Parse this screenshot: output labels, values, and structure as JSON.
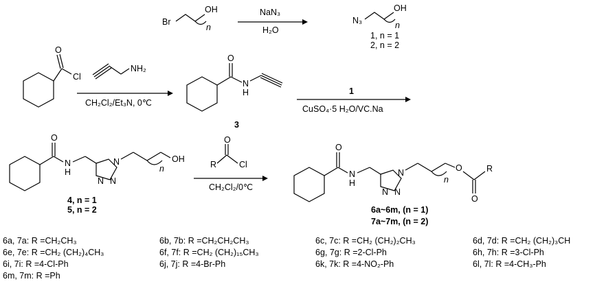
{
  "reaction1": {
    "reactant_halide": "Br",
    "reactant_oh": "OH",
    "reactant_n": "n",
    "reagent_above": "NaN₃",
    "reagent_below": "H₂O",
    "product_n3": "N₃",
    "product_oh": "OH",
    "product_n": "n",
    "compound_1": "1, n = 1",
    "compound_2": "2, n = 2"
  },
  "reaction2": {
    "acyl_chloride_O": "O",
    "acyl_chloride_Cl": "Cl",
    "amine_NH2": "NH₂",
    "conditions": "CH₂Cl₂/Et₃N, 0℃",
    "amide_O": "O",
    "amide_N": "N",
    "amide_H": "H",
    "compound_3": "3"
  },
  "reaction3": {
    "reagent_above": "1",
    "reagent_below": "CuSO₄·5 H₂O/VC.Na"
  },
  "reaction4": {
    "triazole_O": "O",
    "triazole_N": "N",
    "triazole_H": "H",
    "triazole_N1": "N",
    "triazole_N2": "N",
    "triazole_N3": "N",
    "triazole_oh": "OH",
    "triazole_n": "n",
    "compound_4": "4, n = 1",
    "compound_5": "5, n = 2",
    "acyl_R": "R",
    "acyl_O": "O",
    "acyl_Cl": "Cl",
    "conditions": "CH₂Cl₂/0℃",
    "product_O": "O",
    "product_N": "N",
    "product_H": "H",
    "product_N1": "N",
    "product_N2": "N",
    "product_N3": "N",
    "product_n": "n",
    "product_ester_O": "O",
    "product_carbonyl_O": "O",
    "product_R": "R",
    "products_6": "6a~6m, (n = 1)",
    "products_7": "7a~7m, (n = 2)"
  },
  "legend": [
    "6a, 7a: R =CH₂CH₃",
    "6b, 7b: R =CH₂CH₂CH₃",
    "6c, 7c: R =CH₂ (CH₂)₂CH₃",
    "6d, 7d: R =CH₂ (CH₂)₃CH",
    "6e, 7e: R =CH₂ (CH₂)₄CH₃",
    "6f, 7f: R =CH₂ (CH₂)₁₅CH₃",
    "6g, 7g: R =2-Cl-Ph",
    "6h, 7h: R =3-Cl-Ph",
    "6i, 7i: R =4-Cl-Ph",
    "6j, 7j: R =4-Br-Ph",
    "6k, 7k: R =4-NO₂-Ph",
    "6l, 7l: R =4-CH₃-Ph",
    "6m, 7m: R =Ph"
  ]
}
